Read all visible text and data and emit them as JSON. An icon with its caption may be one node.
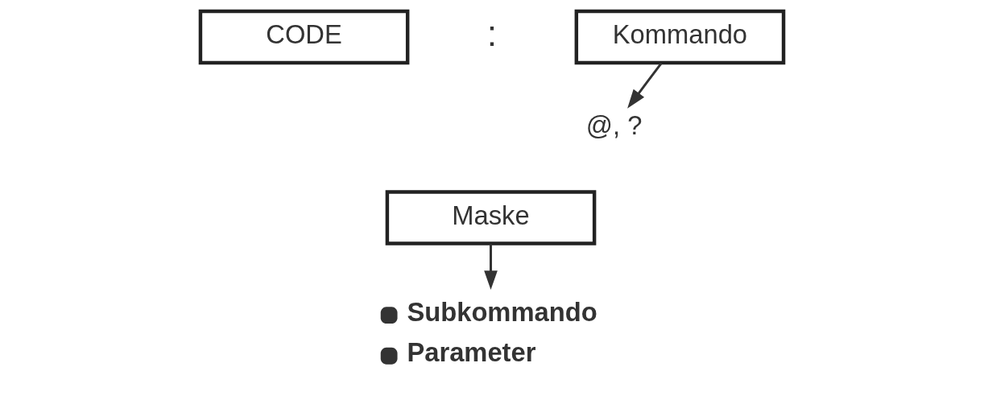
{
  "diagram": {
    "nodes": [
      {
        "text": [
          "CODE"
        ]
      },
      {
        "text": [
          "Kommando"
        ]
      },
      {
        "text": [
          "@, ?"
        ]
      },
      {
        "text": [
          "Maske"
        ]
      },
      {
        "text": [
          "Subkommando",
          "Parameter"
        ]
      }
    ],
    "edges": [
      {
        "from": 1,
        "to": 2,
        "arrow": "to"
      },
      {
        "from": 3,
        "to": 4,
        "arrow": "to"
      }
    ],
    "labels": [
      ":"
    ]
  }
}
